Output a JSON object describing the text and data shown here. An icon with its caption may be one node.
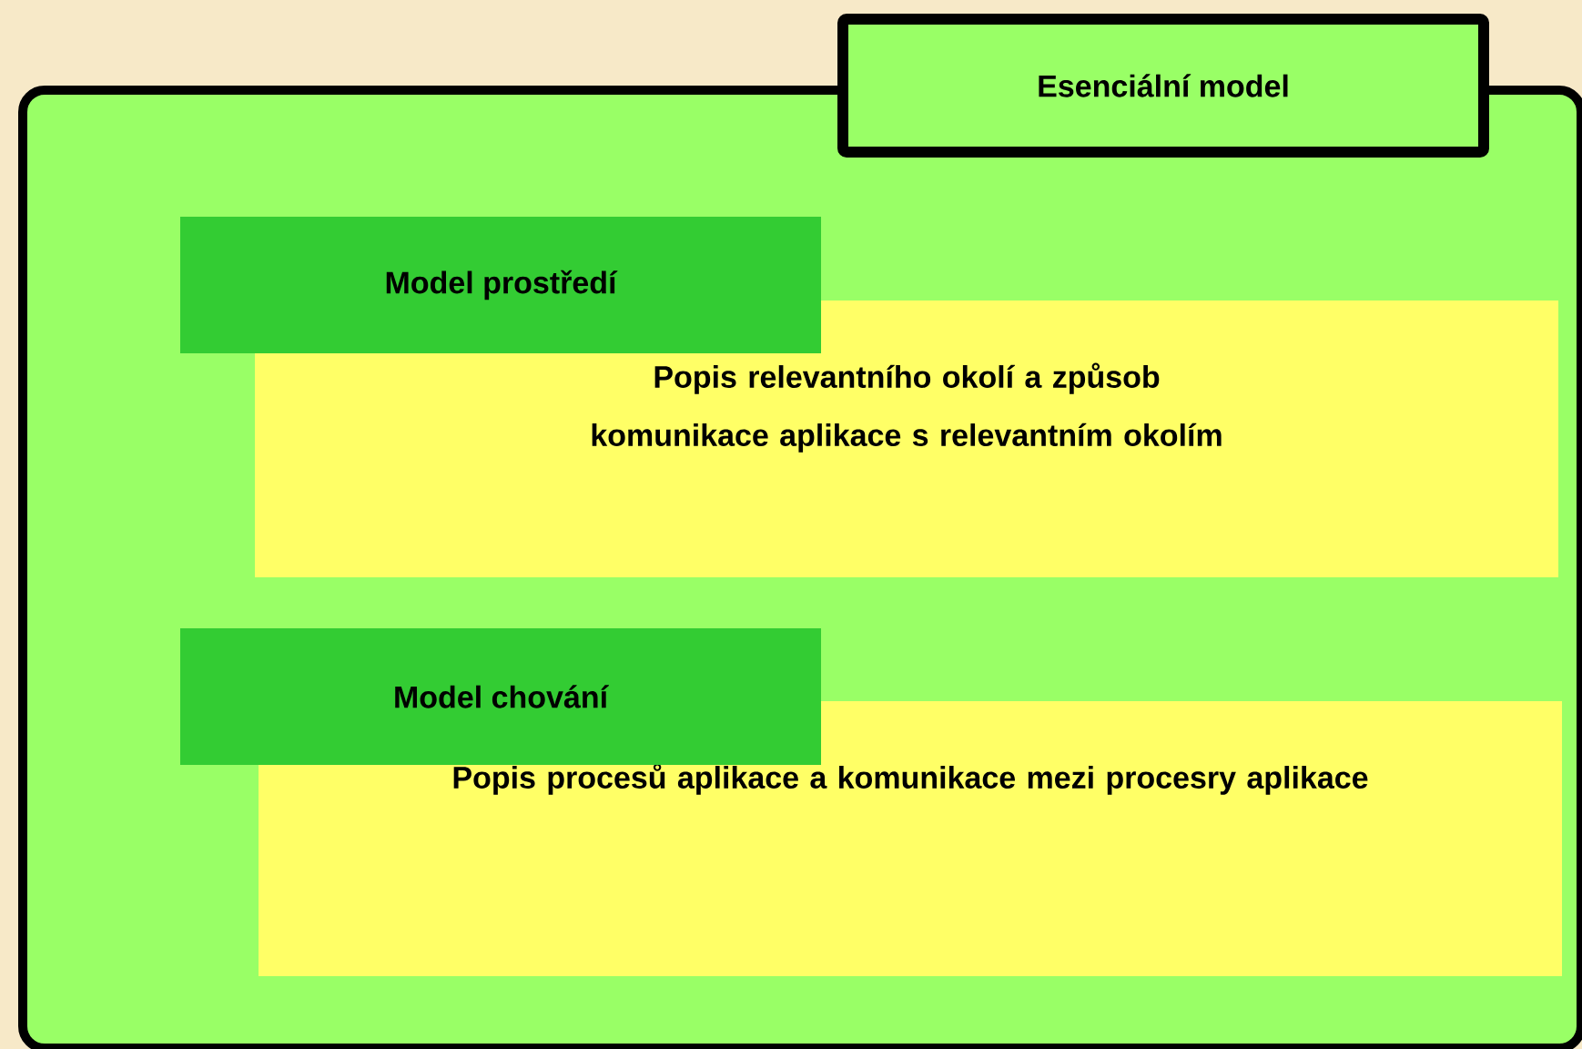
{
  "diagram": {
    "nodes": [
      {
        "text": [
          "Esenciální model"
        ]
      },
      {
        "text": [
          "Model prostředí"
        ],
        "in": 0
      },
      {
        "text": [
          "Popis relevantního okolí a způsob komunikace aplikace s relevantním okolím"
        ],
        "in": 0
      },
      {
        "text": [
          "Model chování"
        ],
        "in": 0
      },
      {
        "text": [
          "Popis procesů aplikace a komunikace mezi procesry aplikace"
        ],
        "in": 0
      }
    ]
  }
}
